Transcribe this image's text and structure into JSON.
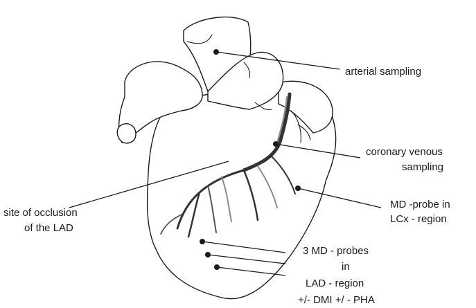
{
  "labels": {
    "arterial": "arterial sampling",
    "venous_1": "coronary venous",
    "venous_2": "sampling",
    "lcx_1": "MD -probe in",
    "lcx_2": "LCx - region",
    "occlusion_1": "site of occlusion",
    "occlusion_2": "of the LAD",
    "lad_1": "3 MD - probes",
    "lad_2": "in",
    "lad_3": "LAD - region",
    "lad_4": "+/- DMI +/ - PHA"
  },
  "colors": {
    "ink": "#1a1a1a",
    "vessel_dark": "#333333",
    "vessel_light": "#8a8a8a",
    "background": "#ffffff"
  }
}
